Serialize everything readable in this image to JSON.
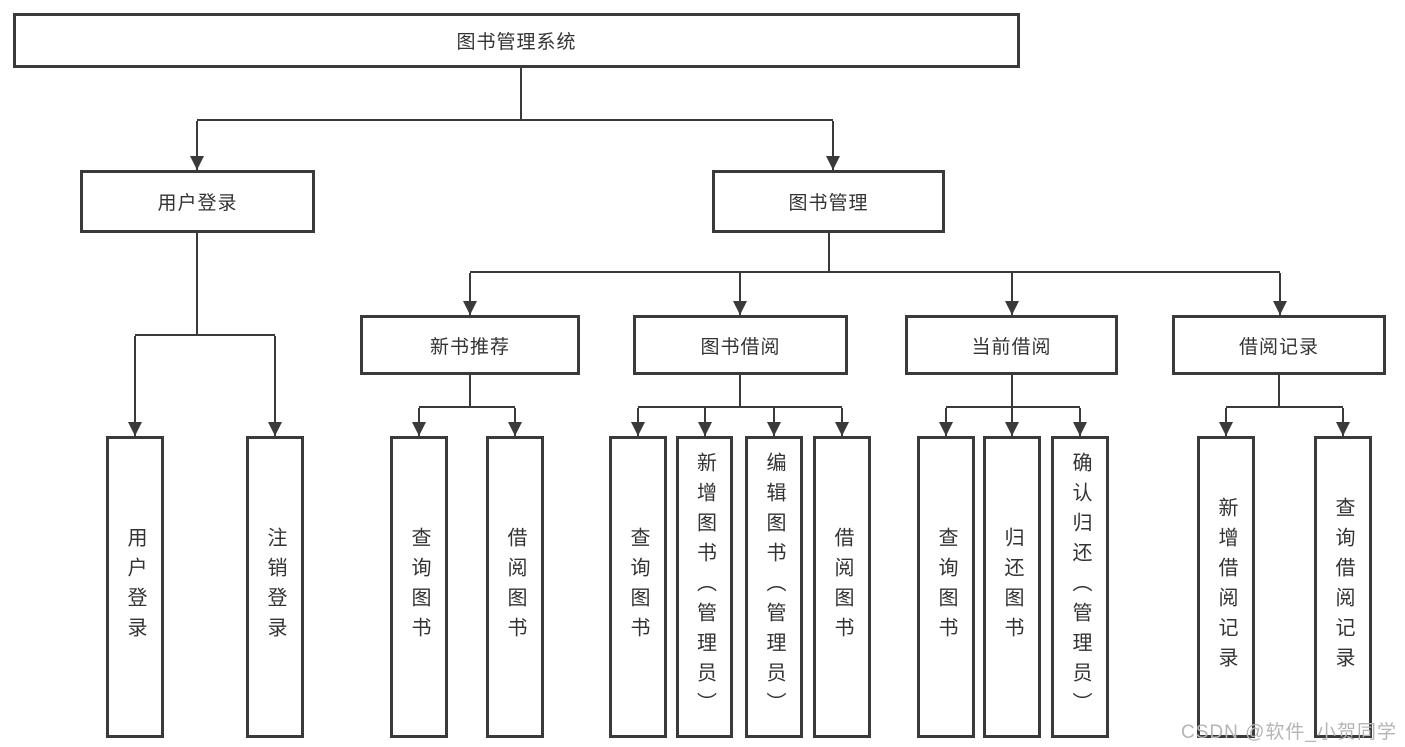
{
  "tree": {
    "label": "图书管理系统",
    "children": [
      {
        "label": "用户登录",
        "children": [
          {
            "label": "用户登录"
          },
          {
            "label": "注销登录"
          }
        ]
      },
      {
        "label": "图书管理",
        "children": [
          {
            "label": "新书推荐",
            "children": [
              {
                "label": "查询图书"
              },
              {
                "label": "借阅图书"
              }
            ]
          },
          {
            "label": "图书借阅",
            "children": [
              {
                "label": "查询图书"
              },
              {
                "label": "新增图书（管理员）"
              },
              {
                "label": "编辑图书（管理员）"
              },
              {
                "label": "借阅图书"
              }
            ]
          },
          {
            "label": "当前借阅",
            "children": [
              {
                "label": "查询图书"
              },
              {
                "label": "归还图书"
              },
              {
                "label": "确认归还（管理员）"
              }
            ]
          },
          {
            "label": "借阅记录",
            "children": [
              {
                "label": "新增借阅记录"
              },
              {
                "label": "查询借阅记录"
              }
            ]
          }
        ]
      }
    ]
  },
  "watermark": "CSDN @软件_小贺同学",
  "colors": {
    "line": "#3a3a3a",
    "border": "#3a3a3a",
    "text": "#333333",
    "watermark": "#b5b5b5"
  }
}
